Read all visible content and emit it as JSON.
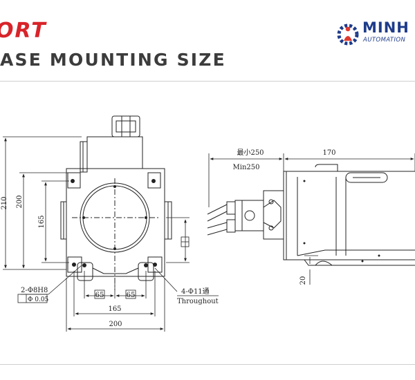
{
  "header": {
    "brand_fragment": "ORT",
    "section_title": "ASE MOUNTING SIZE"
  },
  "logo": {
    "name": "MINH",
    "tagline": "AUTOMATION"
  },
  "colors": {
    "brand_red": "#d8242a",
    "logo_blue": "#1f3c8a",
    "logo_red": "#e03a2f",
    "line": "#222222"
  },
  "front_view": {
    "height_overall": "210",
    "height_flange": "200",
    "height_holes": "165",
    "pitch_left": "65",
    "pitch_right": "65",
    "width_holes": "165",
    "width_overall": "200",
    "pin_holes": "2-Φ8H8",
    "pin_tolerance": "Φ 0.05",
    "through_holes": "4-Φ11通",
    "through_holes_en": "Throughout"
  },
  "side_view": {
    "min_clearance_cn": "最小250",
    "min_clearance_en": "Min250",
    "length": "170",
    "base_height": "20"
  }
}
